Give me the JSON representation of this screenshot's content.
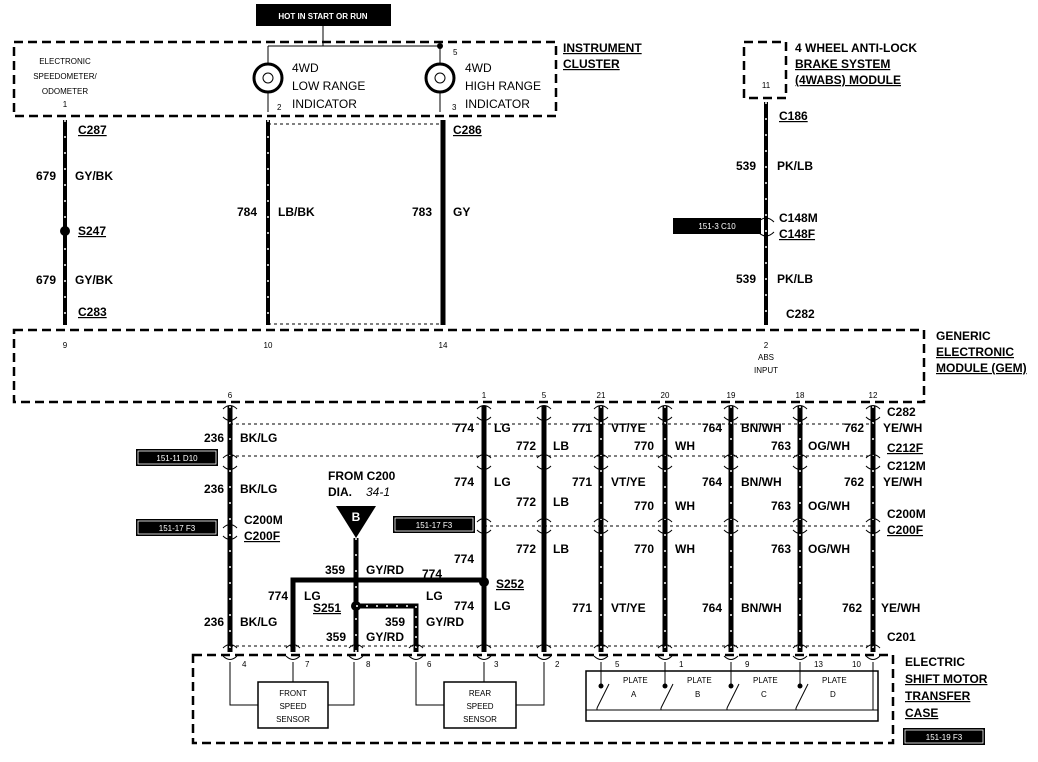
{
  "power": "HOT IN START OR RUN",
  "components": {
    "instrument_cluster": [
      "INSTRUMENT",
      "CLUSTER"
    ],
    "speedo": [
      "ELECTRONIC",
      "SPEEDOMETER/",
      "ODOMETER"
    ],
    "low_range": [
      "4WD",
      "LOW RANGE",
      "INDICATOR"
    ],
    "high_range": [
      "4WD",
      "HIGH RANGE",
      "INDICATOR"
    ],
    "abs": [
      "4 WHEEL ANTI-LOCK",
      "BRAKE SYSTEM",
      "(4WABS) MODULE"
    ],
    "gem": [
      "GENERIC",
      "ELECTRONIC",
      "MODULE (GEM)"
    ],
    "abs_input": [
      "ABS",
      "INPUT"
    ],
    "shift_motor": [
      "ELECTRIC",
      "SHIFT MOTOR",
      "TRANSFER",
      "CASE"
    ],
    "front_sensor": [
      "FRONT",
      "SPEED",
      "SENSOR"
    ],
    "rear_sensor": [
      "REAR",
      "SPEED",
      "SENSOR"
    ],
    "from_c200": [
      "FROM C200",
      "DIA."
    ],
    "from_c200_ref": "34-1",
    "b_connector": "B"
  },
  "plates": [
    {
      "label": "PLATE",
      "id": "A",
      "pin": "5"
    },
    {
      "label": "PLATE",
      "id": "B",
      "pin": "1"
    },
    {
      "label": "PLATE",
      "id": "C",
      "pin": "9"
    },
    {
      "label": "PLATE",
      "id": "D",
      "pin": "13"
    }
  ],
  "connectors": {
    "c287": "C287",
    "c283": "C283",
    "s247": "S247",
    "c286": "C286",
    "c186": "C186",
    "c148m": "C148M",
    "c148f": "C148F",
    "c282_top": "C282",
    "c282": "C282",
    "c212f": "C212F",
    "c212m": "C212M",
    "c200m_l": "C200M",
    "c200f_l": "C200F",
    "c200m_r": "C200M",
    "c200f_r": "C200F",
    "c201": "C201",
    "s251": "S251",
    "s252": "S252"
  },
  "refs": [
    "151-3 C10",
    "151-11 D10",
    "151-17 F3",
    "151-17 F3",
    "151-19 F3"
  ],
  "pins": {
    "cluster": [
      "5",
      "1",
      "2",
      "3"
    ],
    "abs": "11",
    "gem_top": [
      "9",
      "10",
      "14",
      "2"
    ],
    "gem_bottom": [
      "6",
      "1",
      "5",
      "21",
      "20",
      "19",
      "18",
      "12"
    ],
    "case": [
      "4",
      "7",
      "8",
      "6",
      "3",
      "2",
      "10"
    ]
  },
  "wires": {
    "w679a": "679",
    "c679a": "GY/BK",
    "w679b": "679",
    "c679b": "GY/BK",
    "w784": "784",
    "c784": "LB/BK",
    "w783": "783",
    "c783": "GY",
    "w539a": "539",
    "c539a": "PK/LB",
    "w539b": "539",
    "c539b": "PK/LB",
    "r1": {
      "w236": "236",
      "c236": "BK/LG",
      "w774": "774",
      "c774": "LG",
      "w772": "772",
      "c772": "LB",
      "w771": "771",
      "c771": "VT/YE",
      "w770": "770",
      "c770": "WH",
      "w764": "764",
      "c764": "BN/WH",
      "w763": "763",
      "c763": "OG/WH",
      "w762": "762",
      "c762": "YE/WH"
    },
    "r2": {
      "w236": "236",
      "c236": "BK/LG",
      "w774": "774",
      "c774": "LG",
      "w772": "772",
      "c772": "LB",
      "w771": "771",
      "c771": "VT/YE",
      "w770": "770",
      "c770": "WH",
      "w764": "764",
      "c764": "BN/WH",
      "w763": "763",
      "c763": "OG/WH",
      "w762": "762",
      "c762": "YE/WH"
    },
    "r3": {
      "w774": "774",
      "w772": "772",
      "c772": "LB",
      "w770": "770",
      "c770": "WH",
      "w763": "763",
      "c763": "OG/WH"
    },
    "r4": {
      "w236": "236",
      "c236": "BK/LG",
      "w774l": "774",
      "c774l": "LG",
      "w774r": "774",
      "c774r": "LG",
      "w771": "771",
      "c771": "VT/YE",
      "w764": "764",
      "c764": "BN/WH",
      "w762": "762",
      "c762": "YE/WH"
    },
    "mid": {
      "w359a": "359",
      "c359a": "GY/RD",
      "w774a": "774",
      "c_lg_a": "LG",
      "c_lg_b": "LG",
      "w359b": "359",
      "c359b": "GY/RD",
      "w359c": "359",
      "c359c": "GY/RD"
    }
  }
}
